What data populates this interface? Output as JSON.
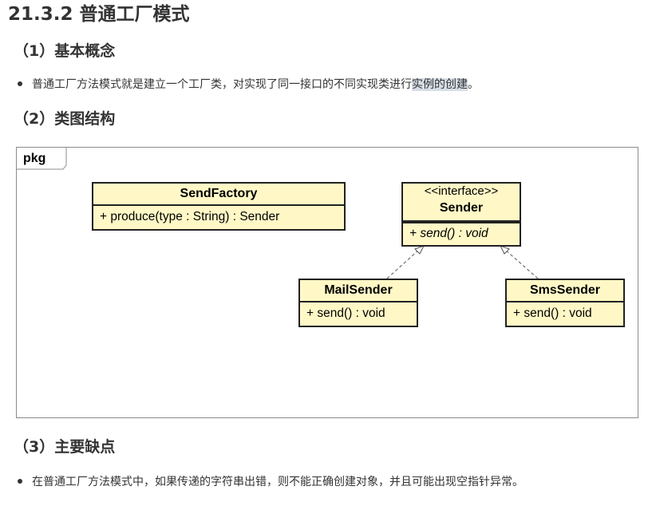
{
  "heading": "21.3.2 普通工厂模式",
  "sections": [
    {
      "title": "（1）基本概念"
    },
    {
      "title": "（2）类图结构"
    },
    {
      "title": "（3）主要缺点"
    }
  ],
  "bullets": {
    "concept_before": "普通工厂方法模式就是建立一个工厂类，对实现了同一接口的不同实现类进行",
    "concept_highlight": "实例的创建",
    "concept_after": "。",
    "drawback": "在普通工厂方法模式中，如果传递的字符串出错，则不能正确创建对象，并且可能出现空指针异常。"
  },
  "diagram": {
    "package_label": "pkg",
    "classes": {
      "send_factory": {
        "name": "SendFactory",
        "operation": "+ produce(type : String) : Sender"
      },
      "sender": {
        "stereotype": "<<interface>>",
        "name": "Sender",
        "operation": "+ send() : void"
      },
      "mail_sender": {
        "name": "MailSender",
        "operation": "+ send() : void"
      },
      "sms_sender": {
        "name": "SmsSender",
        "operation": "+ send() : void"
      }
    },
    "relations": [
      {
        "from": "MailSender",
        "to": "Sender",
        "type": "realization"
      },
      {
        "from": "SmsSender",
        "to": "Sender",
        "type": "realization"
      }
    ],
    "colors": {
      "class_fill": "#fff8c6",
      "border": "#222222",
      "frame": "#8c8c8c"
    }
  }
}
